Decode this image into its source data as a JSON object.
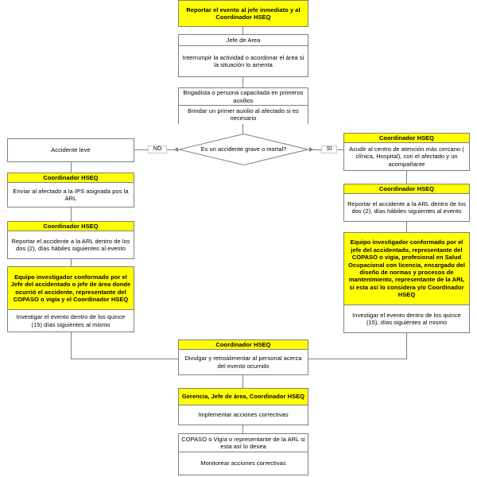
{
  "diagram": {
    "title": "Flujograma de reporte e investigacion de accidentes",
    "accent_color": "#FFFF00",
    "line_color": "#808080",
    "background": "#FFFFFF"
  },
  "nodes": {
    "report_event": {
      "header": "Reportar el evento al jefe inmediato y al Coordinador HSEQ"
    },
    "area_chief": {
      "header": "Jefe de Area",
      "body": "Interrumpir la actividad o acordonar el área si la situación lo amenta"
    },
    "first_aid": {
      "header": "Brigadista o persona capacitada en primeros auxilios",
      "body": "Brindar un primer auxilio al afectado si es necesario"
    },
    "decision": {
      "label": "Es un accidente grave o mortal?",
      "no_label": "NO",
      "si_label": "SI"
    },
    "minor_accident": {
      "header": "Accidente leve"
    },
    "send_ips": {
      "header": "Coordinador HSEQ",
      "body": "Enviar al afectado a la IPS asignada pos la ARL"
    },
    "report_arl_left": {
      "header": "Coordinador HSEQ",
      "body": "Reportar el accidente a la ARL dentro de los dos (2), días hábiles siguientes al evento"
    },
    "team_left": {
      "header": "Equipo investigador conformado por el Jefe del accidentado o jefe de área donde ocurrió el accidente, representante del COPASO o vigía y el Coordinador HSEQ",
      "body": "Investigar el evento dentro de los quince (15) días siguientes al mismo"
    },
    "attention_center": {
      "header": "Coordinador HSEQ",
      "body": "Acudir al centro de atención más cercano ( clínica, Hospital), con el afectado y un acompañante"
    },
    "report_arl_right": {
      "header": "Coordinador HSEQ",
      "body": "Reportar el accidente a la ARL dentro de los dos (2), días hábiles siguientes al evento"
    },
    "team_right": {
      "header": "Equipo investigador conformado por el jefe del accidentado, representante del COPASO o vigía, profesional en Salud Ocupacional con licencia, encargado del diseño de normas y procesos de mantenimiento, representante de la ARL si esta así lo considera y/o Coordinador HSEQ",
      "body": "Investigar el evento dentro de los quince (15), días siguientes al mismo"
    },
    "divulge": {
      "header": "Coordinador HSEQ",
      "body": "Divulgar y retroalimentar al personal acerca del evento ocurrido"
    },
    "corrective_actions": {
      "header": "Gerencia, Jefe de área, Coordinador HSEQ",
      "body": "Implementar acciones correctivas"
    },
    "monitor": {
      "header": "COPASO o Vigía o representante de la ARL si esta así lo desea",
      "body": "Monitorear acciones correctivas"
    }
  }
}
